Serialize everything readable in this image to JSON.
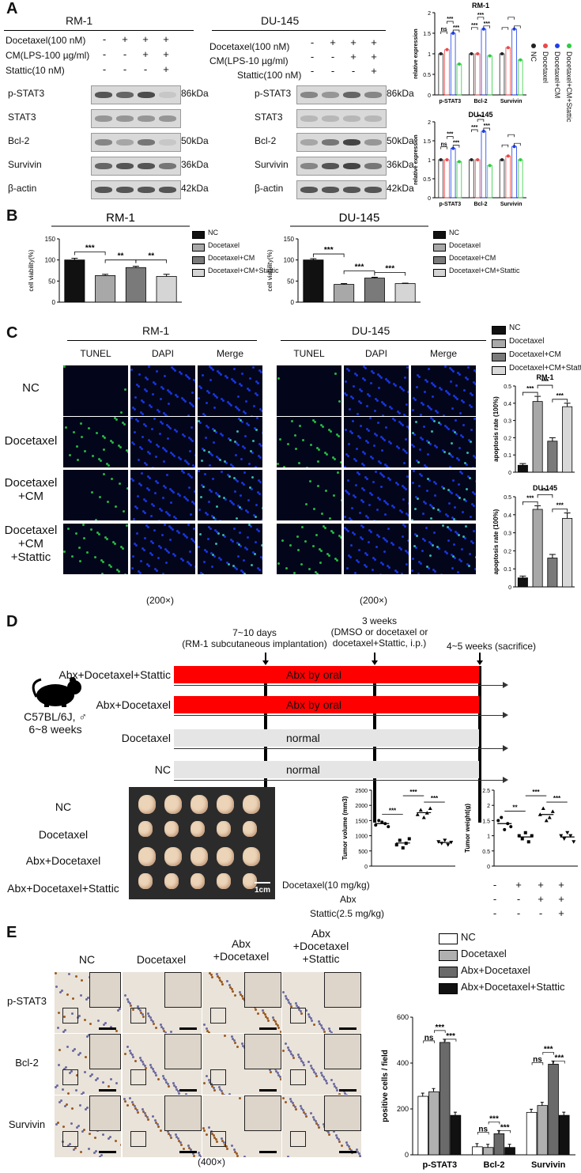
{
  "panels": {
    "a": "A",
    "b": "B",
    "c": "C",
    "d": "D",
    "e": "E"
  },
  "panelA": {
    "rm1": {
      "title": "RM-1",
      "rows": [
        {
          "label": "Docetaxel(100 nM)",
          "signs": [
            "-",
            "+",
            "+",
            "+"
          ]
        },
        {
          "label": "CM(LPS-100 µg/ml)",
          "signs": [
            "-",
            "-",
            "+",
            "+"
          ]
        },
        {
          "label": "Stattic(10 nM)",
          "signs": [
            "-",
            "-",
            "-",
            "+"
          ]
        }
      ]
    },
    "du145": {
      "title": "DU-145",
      "rows": [
        {
          "label": "Docetaxel(100 nM)",
          "signs": [
            "-",
            "+",
            "+",
            "+"
          ]
        },
        {
          "label": "CM(LPS-10 µg/ml)",
          "signs": [
            "-",
            "-",
            "+",
            "+"
          ]
        },
        {
          "label": "Stattic(100 nM)",
          "signs": [
            "-",
            "-",
            "-",
            "+"
          ]
        }
      ]
    },
    "blots": [
      {
        "name": "p-STAT3",
        "size": "86kDa"
      },
      {
        "name": "STAT3",
        "size": ""
      },
      {
        "name": "Bcl-2",
        "size": "50kDa"
      },
      {
        "name": "Survivin",
        "size": "36kDa"
      },
      {
        "name": "β-actin",
        "size": "42kDa"
      }
    ],
    "blot_intensity_rm1": [
      [
        0.8,
        0.7,
        0.85,
        0.1
      ],
      [
        0.4,
        0.4,
        0.4,
        0.4
      ],
      [
        0.5,
        0.3,
        0.6,
        0.1
      ],
      [
        0.7,
        0.8,
        0.8,
        0.6
      ],
      [
        0.8,
        0.8,
        0.8,
        0.8
      ]
    ],
    "blot_intensity_du": [
      [
        0.5,
        0.4,
        0.7,
        0.5
      ],
      [
        0.2,
        0.2,
        0.2,
        0.2
      ],
      [
        0.3,
        0.6,
        0.9,
        0.4
      ],
      [
        0.5,
        0.8,
        0.9,
        0.6
      ],
      [
        0.8,
        0.8,
        0.8,
        0.8
      ]
    ],
    "legend": [
      "NC",
      "Docetaxel",
      "Docetaxel+CM",
      "Docetaxel+CM+Stattic"
    ],
    "legend_colors": [
      "#222222",
      "#e84a4a",
      "#1f3fe8",
      "#2ecc40"
    ]
  },
  "panelB": {
    "legend": [
      "NC",
      "Docetaxel",
      "Docetaxel+CM",
      "Docetaxel+CM+Stattic"
    ],
    "colors": [
      "#111111",
      "#a8a8a8",
      "#7a7a7a",
      "#d5d5d5"
    ]
  },
  "panelC": {
    "rm1_title": "RM-1",
    "du_title": "DU-145",
    "cols": [
      "TUNEL",
      "DAPI",
      "Merge"
    ],
    "rows": [
      "NC",
      "Docetaxel",
      "Docetaxel\n+CM",
      "Docetaxel\n+CM\n+Stattic"
    ],
    "mag": "(200×)",
    "legend": [
      "NC",
      "Docetaxel",
      "Docetaxel+CM",
      "Docetaxel+CM+Stattic"
    ]
  },
  "panelD": {
    "time1": "7~10 days\n(RM-1  subcutaneous implantation)",
    "time2": "3 weeks\n(DMSO or docetaxel or\ndocetaxel+Stattic, i.p.)",
    "time3": "4~5 weeks (sacrifice)",
    "groups": [
      {
        "label": "Abx+Docetaxel+Stattic",
        "bar": "Abx by oral",
        "color": "#ff0000"
      },
      {
        "label": "Abx+Docetaxel",
        "bar": "Abx by oral",
        "color": "#ff0000"
      },
      {
        "label": "Docetaxel",
        "bar": "normal",
        "color": "#e5e5e5"
      },
      {
        "label": "NC",
        "bar": "normal",
        "color": "#e5e5e5"
      }
    ],
    "mouse": "C57BL/6J, ♂\n6~8 weeks",
    "tumor_rows": [
      "NC",
      "Docetaxel",
      "Abx+Docetaxel",
      "Abx+Docetaxel+Stattic"
    ],
    "scale": "1cm",
    "treat_rows": [
      {
        "label": "Docetaxel(10 mg/kg)",
        "signs": [
          "-",
          "+",
          "+",
          "+"
        ]
      },
      {
        "label": "Abx",
        "signs": [
          "-",
          "-",
          "+",
          "+"
        ]
      },
      {
        "label": "Stattic(2.5 mg/kg)",
        "signs": [
          "-",
          "-",
          "-",
          "+"
        ]
      }
    ]
  },
  "panelE": {
    "cols": [
      "NC",
      "Docetaxel",
      "Abx\n+Docetaxel",
      "Abx\n+Docetaxel\n+Stattic"
    ],
    "rows": [
      "p-STAT3",
      "Bcl-2",
      "Survivin"
    ],
    "mag": "(400×)",
    "legend": [
      "NC",
      "Docetaxel",
      "Abx+Docetaxel",
      "Abx+Docetaxel+Stattic"
    ],
    "stain": [
      [
        0.25,
        0.3,
        0.8,
        0.15
      ],
      [
        0.15,
        0.15,
        0.3,
        0.1
      ],
      [
        0.35,
        0.45,
        0.7,
        0.3
      ]
    ]
  },
  "chart_data": [
    {
      "id": "A-RM1",
      "type": "bar",
      "title": "RM-1",
      "ylabel": "relative expression",
      "categories": [
        "p-STAT3",
        "Bcl-2",
        "Survivin"
      ],
      "series": [
        {
          "name": "NC",
          "values": [
            1.0,
            1.0,
            1.0
          ]
        },
        {
          "name": "Docetaxel",
          "values": [
            1.1,
            1.0,
            1.15
          ]
        },
        {
          "name": "Docetaxel+CM",
          "values": [
            1.5,
            1.6,
            1.6
          ]
        },
        {
          "name": "Docetaxel+CM+Stattic",
          "values": [
            0.75,
            0.95,
            0.85
          ]
        }
      ],
      "ylim": [
        0,
        2.0
      ],
      "yticks": [
        0,
        0.5,
        1.0,
        1.5,
        2.0
      ],
      "sig": [
        "ns",
        "***",
        "***",
        "***",
        "***",
        "***"
      ]
    },
    {
      "id": "A-DU145",
      "type": "bar",
      "title": "DU-145",
      "ylabel": "relative expression",
      "categories": [
        "p-STAT3",
        "Bcl-2",
        "Survivin"
      ],
      "series": [
        {
          "name": "NC",
          "values": [
            1.0,
            1.0,
            1.0
          ]
        },
        {
          "name": "Docetaxel",
          "values": [
            1.0,
            1.0,
            1.1
          ]
        },
        {
          "name": "Docetaxel+CM",
          "values": [
            1.3,
            1.75,
            1.35
          ]
        },
        {
          "name": "Docetaxel+CM+Stattic",
          "values": [
            0.95,
            0.85,
            1.0
          ]
        }
      ],
      "ylim": [
        0,
        2.0
      ],
      "yticks": [
        0,
        0.5,
        1.0,
        1.5,
        2.0
      ],
      "sig": [
        "ns",
        "***",
        "***",
        "***",
        "***",
        "***"
      ]
    },
    {
      "id": "B-RM1",
      "type": "bar",
      "title": "RM-1",
      "ylabel": "cell viability(%)",
      "categories": [
        "NC",
        "Docetaxel",
        "Docetaxel+CM",
        "Docetaxel+CM+Stattic"
      ],
      "values": [
        100,
        63,
        82,
        61
      ],
      "errors": [
        4,
        3,
        3,
        5
      ],
      "ylim": [
        0,
        150
      ],
      "yticks": [
        0,
        50,
        100,
        150
      ],
      "sig": [
        "***",
        "**",
        "**"
      ]
    },
    {
      "id": "B-DU145",
      "type": "bar",
      "title": "DU-145",
      "ylabel": "cell viability(%)",
      "categories": [
        "NC",
        "Docetaxel",
        "Docetaxel+CM",
        "Docetaxel+CM+Stattic"
      ],
      "values": [
        100,
        42,
        57,
        44
      ],
      "errors": [
        3,
        2,
        2,
        1
      ],
      "ylim": [
        0,
        150
      ],
      "yticks": [
        0,
        50,
        100,
        150
      ],
      "sig": [
        "***",
        "***",
        "***"
      ]
    },
    {
      "id": "C-RM1",
      "type": "bar",
      "title": "RM-1",
      "ylabel": "apoptosis rate (100%)",
      "categories": [
        "NC",
        "Docetaxel",
        "Docetaxel+CM",
        "Docetaxel+CM+Stattic"
      ],
      "values": [
        0.04,
        0.41,
        0.18,
        0.38
      ],
      "errors": [
        0.01,
        0.03,
        0.02,
        0.02
      ],
      "ylim": [
        0,
        0.5
      ],
      "yticks": [
        0.0,
        0.1,
        0.2,
        0.3,
        0.4,
        0.5
      ],
      "sig": [
        "***",
        "***",
        "***"
      ]
    },
    {
      "id": "C-DU145",
      "type": "bar",
      "title": "DU-145",
      "ylabel": "apoptosis rate (100%)",
      "categories": [
        "NC",
        "Docetaxel",
        "Docetaxel+CM",
        "Docetaxel+CM+Stattic"
      ],
      "values": [
        0.05,
        0.43,
        0.16,
        0.38
      ],
      "errors": [
        0.01,
        0.02,
        0.02,
        0.03
      ],
      "ylim": [
        0,
        0.5
      ],
      "yticks": [
        0.0,
        0.1,
        0.2,
        0.3,
        0.4,
        0.5
      ],
      "sig": [
        "***",
        "***",
        "***"
      ]
    },
    {
      "id": "D-volume",
      "type": "scatter",
      "ylabel": "Tumor volume (mm3)",
      "groups": [
        [
          1350,
          1500,
          1450,
          1400,
          1300
        ],
        [
          700,
          850,
          600,
          750,
          900
        ],
        [
          1700,
          1850,
          1600,
          1750,
          1900
        ],
        [
          800,
          750,
          850,
          700,
          780
        ]
      ],
      "ylim": [
        0,
        2500
      ],
      "yticks": [
        0,
        500,
        1000,
        1500,
        2000,
        2500
      ],
      "sig": [
        "***",
        "***",
        "***"
      ]
    },
    {
      "id": "D-weight",
      "type": "scatter",
      "ylabel": "Tumor weight(g)",
      "groups": [
        [
          1.5,
          1.6,
          1.2,
          1.4,
          1.3
        ],
        [
          1.0,
          0.9,
          1.1,
          0.8,
          1.0
        ],
        [
          1.7,
          1.9,
          1.5,
          1.6,
          1.8
        ],
        [
          1.0,
          0.9,
          1.1,
          1.0,
          0.8
        ]
      ],
      "ylim": [
        0,
        2.5
      ],
      "yticks": [
        0.0,
        0.5,
        1.0,
        1.5,
        2.0,
        2.5
      ],
      "sig": [
        "**",
        "***",
        "***"
      ]
    },
    {
      "id": "E",
      "type": "bar",
      "ylabel": "positive cells / field",
      "categories": [
        "p-STAT3",
        "Bcl-2",
        "Survivin"
      ],
      "series": [
        {
          "name": "NC",
          "values": [
            255,
            35,
            185
          ]
        },
        {
          "name": "Docetaxel",
          "values": [
            275,
            32,
            215
          ]
        },
        {
          "name": "Abx+Docetaxel",
          "values": [
            490,
            92,
            395
          ]
        },
        {
          "name": "Abx+Docetaxel+Stattic",
          "values": [
            172,
            32,
            172
          ]
        }
      ],
      "ylim": [
        0,
        600
      ],
      "yticks": [
        0,
        200,
        400,
        600
      ],
      "sig": [
        "ns",
        "***",
        "***",
        "ns",
        "***",
        "***",
        "ns",
        "***",
        "***"
      ]
    }
  ]
}
